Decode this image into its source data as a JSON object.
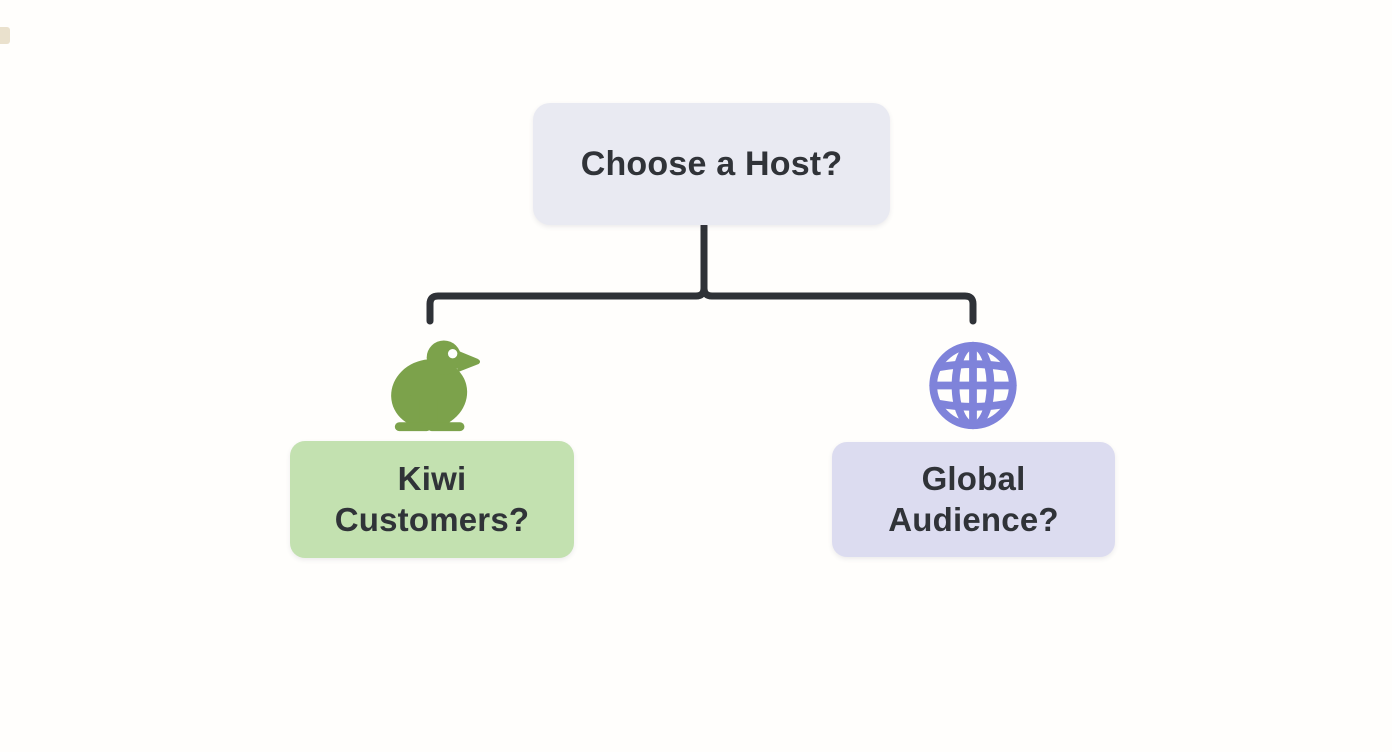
{
  "diagram": {
    "root": {
      "label": "Choose a Host?"
    },
    "left": {
      "label": "Kiwi\nCustomers?",
      "icon": "kiwi-bird-icon"
    },
    "right": {
      "label": "Global\nAudience?",
      "icon": "globe-icon"
    },
    "colors": {
      "background": "#fffefc",
      "root_box_bg": "#e9eaf2",
      "left_box_bg": "#c3e1b0",
      "right_box_bg": "#dcdcf0",
      "connector": "#2f3237",
      "text": "#303338",
      "bird_green": "#7ca24b",
      "bird_eye": "#ffffff",
      "globe_purple": "#7f83da"
    }
  }
}
